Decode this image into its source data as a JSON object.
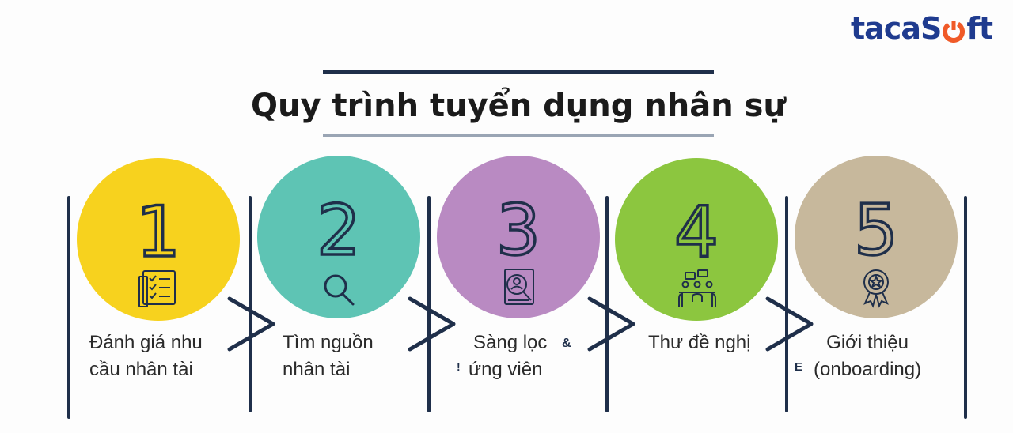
{
  "logo": {
    "text_before": "taca",
    "text_s": "S",
    "text_after": "ft",
    "brand_color": "#1f3b8f",
    "accent_color": "#f05a28"
  },
  "title": "Quy trình tuyển dụng nhân sự",
  "steps": [
    {
      "number": "1",
      "label_line1": "Đánh giá nhu",
      "label_line2": "cầu nhân tài",
      "color": "#f7d21e",
      "icon": "checklist-icon"
    },
    {
      "number": "2",
      "label_line1": "Tìm nguồn",
      "label_line2": "nhân tài",
      "color": "#5ec4b4",
      "icon": "search-icon"
    },
    {
      "number": "3",
      "label_line1": "Sàng lọc",
      "label_line2": "ứng viên",
      "color": "#b98ac2",
      "icon": "candidate-profile-icon"
    },
    {
      "number": "4",
      "label_line1": "Thư đề nghị",
      "label_line2": "",
      "color": "#8cc63f",
      "icon": "meeting-icon"
    },
    {
      "number": "5",
      "label_line1": "Giới thiệu",
      "label_line2": "(onboarding)",
      "color": "#c7b89c",
      "icon": "award-icon"
    }
  ],
  "stray_marks": {
    "ampersand": "&",
    "exclaim": "!",
    "letter_e": "E"
  }
}
